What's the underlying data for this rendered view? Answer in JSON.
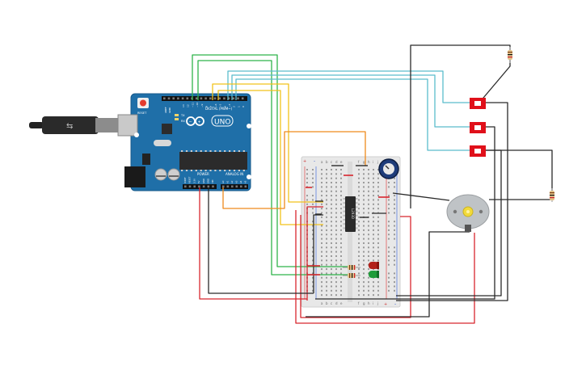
{
  "arduino": {
    "brand": "UNO",
    "reset_label": "RESET",
    "digital_label": "DIGITAL (PWM~)",
    "power_label": "POWER",
    "analog_label": "ANALOG IN",
    "pin_aref": "AREF",
    "pin_gnd": "GND",
    "pin_tx": "TX",
    "pin_rx": "RX",
    "power_pins": [
      "IOREF",
      "RESET",
      "3.3V",
      "5V",
      "GND",
      "GND",
      "VIN"
    ],
    "analog_pins": [
      "A0",
      "A1",
      "A2",
      "A3",
      "A4",
      "A5"
    ],
    "digital_pins": [
      "13",
      "12",
      "~11",
      "~10",
      "~9",
      "8",
      "7",
      "~6",
      "~5",
      "4",
      "~3",
      "2",
      "1",
      "0"
    ]
  },
  "breadboard": {
    "columns_top": [
      "a",
      "b",
      "c",
      "d",
      "e",
      "f",
      "g",
      "h",
      "i",
      "j"
    ],
    "columns_bottom": [
      "a",
      "b",
      "c",
      "d",
      "e",
      "f",
      "g",
      "h",
      "i",
      "j"
    ],
    "rail_plus": "+",
    "rail_minus": "-"
  },
  "ic": {
    "label": "L293D"
  },
  "colors": {
    "wire_green": "#2fb34a",
    "wire_cyan": "#5bbccc",
    "wire_yellow": "#f2c21b",
    "wire_orange": "#ef8a1c",
    "wire_red": "#d8262e",
    "wire_black": "#2a2a2a",
    "board_blue": "#1f6fa8",
    "sensor_red": "#e0101a",
    "breadboard_bg": "#e8e8e8"
  }
}
